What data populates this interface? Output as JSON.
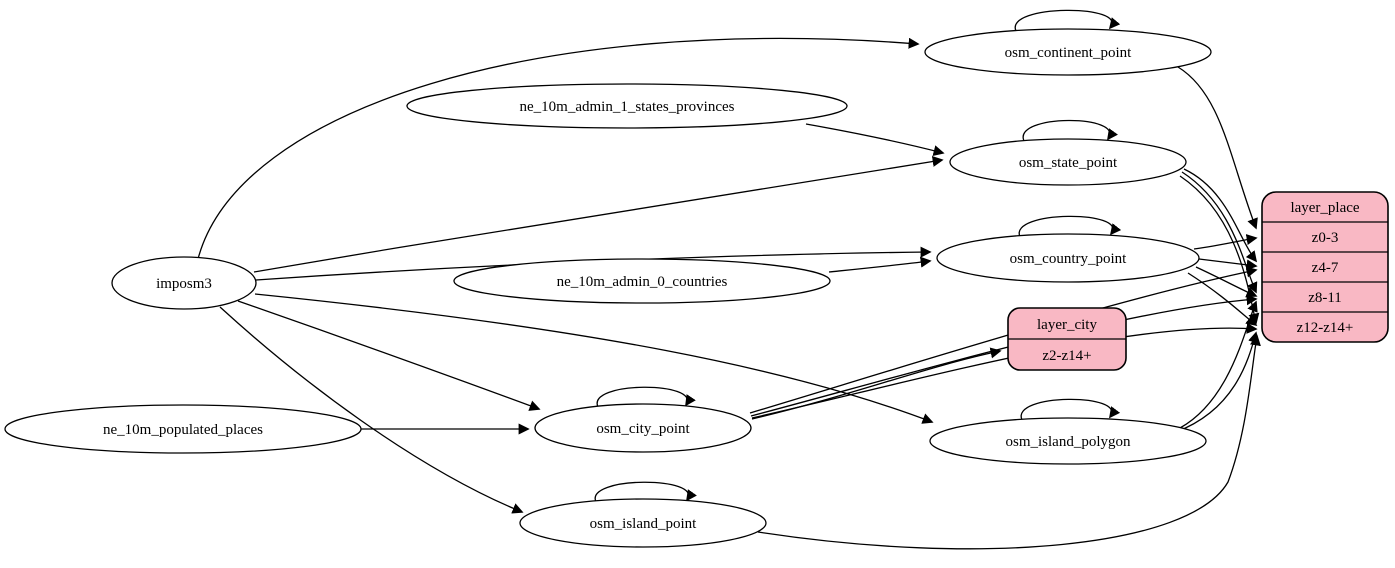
{
  "diagram": {
    "sources": {
      "imposm3": "imposm3",
      "ne_admin1": "ne_10m_admin_1_states_provinces",
      "ne_admin0": "ne_10m_admin_0_countries",
      "ne_places": "ne_10m_populated_places"
    },
    "tables": {
      "continent": "osm_continent_point",
      "state": "osm_state_point",
      "country": "osm_country_point",
      "city": "osm_city_point",
      "island_polygon": "osm_island_polygon",
      "island_point": "osm_island_point"
    },
    "layers": {
      "city": {
        "title": "layer_city",
        "rows": [
          "z2-z14+"
        ]
      },
      "place": {
        "title": "layer_place",
        "rows": [
          "z0-3",
          "z4-7",
          "z8-11",
          "z12-z14+"
        ]
      }
    },
    "colors": {
      "layer_fill": "#f9b8c4",
      "stroke": "#000000",
      "node_fill": "#ffffff",
      "background": "#ffffff"
    }
  }
}
